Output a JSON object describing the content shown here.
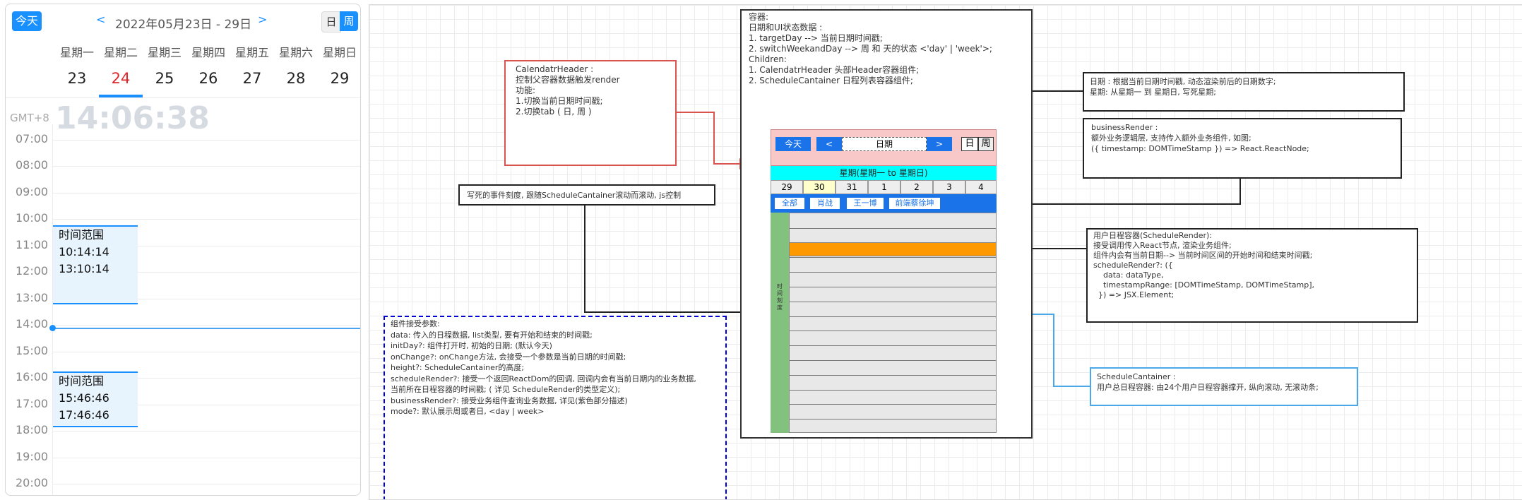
{
  "calendar": {
    "today_label": "今天",
    "prev": "<",
    "next": ">",
    "range": "2022年05月23日 - 29日",
    "view_day": "日",
    "view_week": "周",
    "weekdays": [
      "星期一",
      "星期二",
      "星期三",
      "星期四",
      "星期五",
      "星期六",
      "星期日"
    ],
    "dates": [
      "23",
      "24",
      "25",
      "26",
      "27",
      "28",
      "29"
    ],
    "selected_date": "24",
    "timezone": "GMT+8",
    "current_time": "14:06:38",
    "hours": [
      "07:00",
      "08:00",
      "09:00",
      "10:00",
      "11:00",
      "12:00",
      "13:00",
      "14:00",
      "15:00",
      "16:00",
      "17:00",
      "18:00",
      "19:00",
      "20:00"
    ],
    "events": [
      {
        "title": "时间范围",
        "start": "10:14:14",
        "end": "13:10:14"
      },
      {
        "title": "时间范围",
        "start": "15:46:46",
        "end": "17:46:46"
      }
    ]
  },
  "diagram": {
    "container": [
      "容器:",
      "",
      "日期和UI状态数据 :",
      "1. targetDay --> 当前日期时间戳;",
      "2. switchWeekandDay --> 周 和 天的状态 <'day' | 'week'>;",
      "",
      "Children:",
      "1. CalendatrHeader 头部Header容器组件;",
      "2. ScheduleCantainer 日程列表容器组件;"
    ],
    "header_note": [
      "CalendatrHeader :",
      "",
      "控制父容器数据触发render",
      "",
      "功能:",
      "1.切换当前日期时间戳;",
      "",
      "2.切换tab ( 日, 周 )"
    ],
    "date_note": [
      "日期 : 根据当前日期时间戳, 动态渲染前后的日期数字;",
      "",
      "星期: 从星期一 到 星期日, 写死星期;"
    ],
    "business_note": [
      "businessRender :",
      "",
      "额外业务逻辑层, 支持传入额外业务组件, 如图;",
      "",
      "({ timestamp: DOMTimeStamp }) => React.ReactNode;"
    ],
    "scale_note": "写死的事件刻度, 跟随ScheduleCantainer滚动而滚动, js控制",
    "schedule_render_note": [
      "用户日程容器(ScheduleRender):",
      "接受调用传入React节点, 渲染业务组件;",
      "组件内会有当前日期--> 当前时间区间的开始时间和结束时间戳;",
      "",
      "scheduleRender?: ({",
      "    data: dataType,",
      "    timestampRange: [DOMTimeStamp, DOMTimeStamp],",
      "  }) => JSX.Element;"
    ],
    "schedule_container_note": [
      "ScheduleCantainer :",
      "",
      "用户总日程容器: 由24个用户日程容器撑开, 纵向滚动, 无滚动条;"
    ],
    "props_note": [
      "组件接受参数:",
      "",
      "data: 传入的日程数据, list类型, 要有开始和结束的时间戳;",
      "",
      "initDay?: 组件打开时, 初始的日期; (默认今天)",
      "",
      "onChange?: onChange方法, 会接受一个参数是当前日期的时间戳;",
      "",
      "height?: ScheduleCantainer的高度;",
      "",
      "scheduleRender?: 接受一个返回ReactDom的回调, 回调内会有当前日期内的业务数据,",
      "当前所在日程容器的时间戳; ( 详见 ScheduleRender的类型定义);",
      "",
      "businessRender?: 接受业务组件查询业务数据, 详见(紫色部分描述)",
      "",
      "mode?: 默认展示周或者日, <day | week>"
    ],
    "mock": {
      "today": "今天",
      "prev": "<",
      "date": "日期",
      "next": ">",
      "day": "日",
      "week": "周",
      "week_row": "星期(星期一 to 星期日)",
      "dates": [
        "29",
        "30",
        "31",
        "1",
        "2",
        "3",
        "4"
      ],
      "tags": [
        "全部",
        "肖战",
        "王一博",
        "前端蔡徐坤"
      ],
      "scale": "时间刻度"
    },
    "colors": {
      "red": "#d9534f",
      "blue": "#1a73e8",
      "dark": "#222222",
      "orange": "#ff9900",
      "green": "#82c27e",
      "cyan": "#00ffff",
      "pink": "#f8c8c8",
      "lightblue": "#4aa8e8",
      "dashblue": "#0000dd"
    }
  }
}
